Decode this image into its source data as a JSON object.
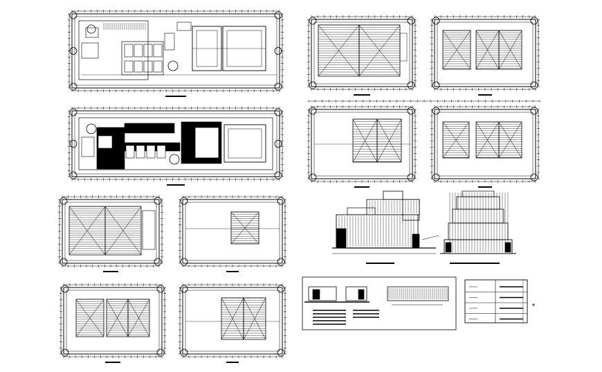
{
  "sheet": {
    "background": "#ffffff",
    "ink": "#000000"
  },
  "drawings": [
    {
      "id": "floor-plan-upper-1",
      "kind": "floor-plan"
    },
    {
      "id": "floor-plan-upper-2",
      "kind": "floor-plan-poche"
    },
    {
      "id": "plan-r1c1",
      "kind": "framing-plan"
    },
    {
      "id": "plan-r1c2",
      "kind": "framing-plan"
    },
    {
      "id": "plan-r2c1",
      "kind": "framing-plan"
    },
    {
      "id": "plan-r2c2",
      "kind": "framing-plan"
    },
    {
      "id": "plan-left-1",
      "kind": "framing-plan"
    },
    {
      "id": "plan-left-2",
      "kind": "partial-plan"
    },
    {
      "id": "plan-left-3",
      "kind": "framing-plan"
    },
    {
      "id": "plan-left-4",
      "kind": "partial-plan"
    },
    {
      "id": "elevation-main",
      "kind": "elevation"
    },
    {
      "id": "elevation-side",
      "kind": "elevation"
    },
    {
      "id": "section-panel",
      "kind": "section-detail"
    },
    {
      "id": "schedule-table",
      "kind": "schedule"
    }
  ],
  "schedule": {
    "rows": 4,
    "columns": 3
  }
}
